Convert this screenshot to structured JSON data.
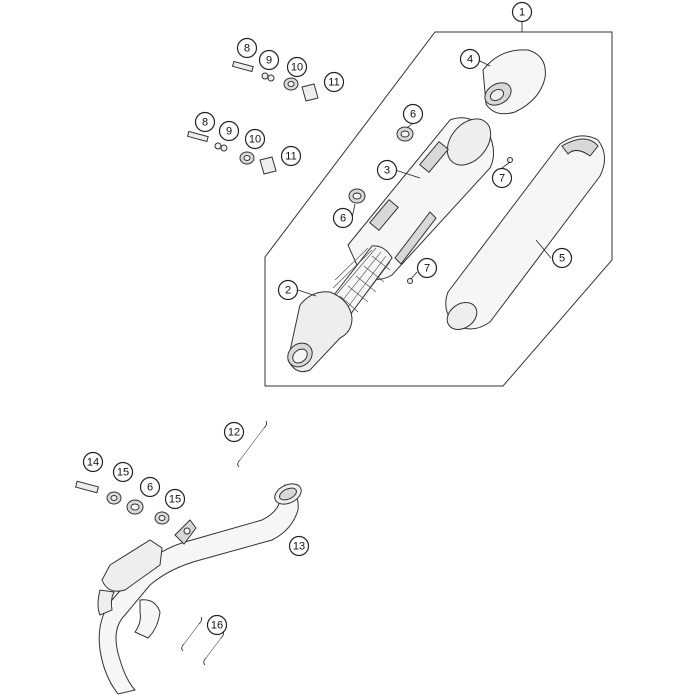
{
  "callouts": [
    {
      "id": "c1",
      "label": "1"
    },
    {
      "id": "c2",
      "label": "2"
    },
    {
      "id": "c3",
      "label": "3"
    },
    {
      "id": "c4",
      "label": "4"
    },
    {
      "id": "c5",
      "label": "5"
    },
    {
      "id": "c6a",
      "label": "6"
    },
    {
      "id": "c6b",
      "label": "6"
    },
    {
      "id": "c6c",
      "label": "6"
    },
    {
      "id": "c7a",
      "label": "7"
    },
    {
      "id": "c7b",
      "label": "7"
    },
    {
      "id": "c8a",
      "label": "8"
    },
    {
      "id": "c8b",
      "label": "8"
    },
    {
      "id": "c9a",
      "label": "9"
    },
    {
      "id": "c9b",
      "label": "9"
    },
    {
      "id": "c10a",
      "label": "10"
    },
    {
      "id": "c10b",
      "label": "10"
    },
    {
      "id": "c11a",
      "label": "11"
    },
    {
      "id": "c11b",
      "label": "11"
    },
    {
      "id": "c12",
      "label": "12"
    },
    {
      "id": "c13",
      "label": "13"
    },
    {
      "id": "c14",
      "label": "14"
    },
    {
      "id": "c15a",
      "label": "15"
    },
    {
      "id": "c15b",
      "label": "15"
    },
    {
      "id": "c16",
      "label": "16"
    }
  ]
}
